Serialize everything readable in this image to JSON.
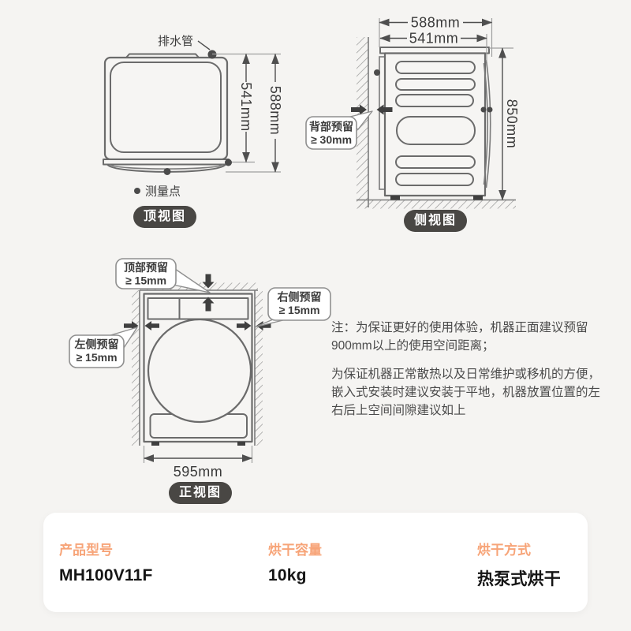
{
  "colors": {
    "background": "#f5f4f2",
    "accent_orange": "#F7A478",
    "badge_bg": "#494744",
    "outline_gray": "#6b6b6b",
    "dimension_gray": "#4f4f4f"
  },
  "top_view": {
    "badge": "顶视图",
    "drain_label": "排水管",
    "measure_label": "测量点",
    "dim_inner": "541mm",
    "dim_outer": "588mm"
  },
  "side_view": {
    "badge": "侧视图",
    "dim_outer": "588mm",
    "dim_inner": "541mm",
    "dim_height": "850mm",
    "callout_back_l1": "背部预留",
    "callout_back_l2": "≥ 30mm"
  },
  "front_view": {
    "badge": "正视图",
    "dim_width": "595mm",
    "callout_top_l1": "顶部预留",
    "callout_top_l2": "≥ 15mm",
    "callout_left_l1": "左侧预留",
    "callout_left_l2": "≥ 15mm",
    "callout_right_l1": "右侧预留",
    "callout_right_l2": "≥ 15mm"
  },
  "notes": {
    "p1": "注：为保证更好的使用体验，机器正面建议预留900mm以上的使用空间距离；",
    "p2": "为保证机器正常散热以及日常维护或移机的方便，嵌入式安装时建议安装于平地，机器放置位置的左右后上空间间隙建议如上"
  },
  "spec_card": {
    "items": [
      {
        "label": "产品型号",
        "value": "MH100V11F"
      },
      {
        "label": "烘干容量",
        "value": "10kg"
      },
      {
        "label": "烘干方式",
        "value": "热泵式烘干"
      }
    ]
  }
}
